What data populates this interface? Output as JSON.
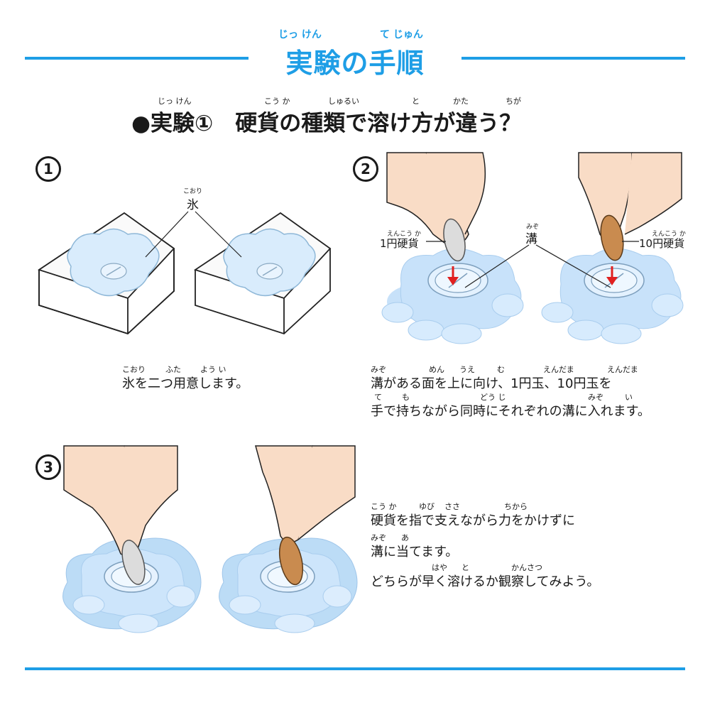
{
  "header": {
    "title": "実験の手順",
    "title_ruby_left": "じっ けん",
    "title_ruby_right": "て じゅん"
  },
  "subtitle": {
    "text": "●実験①　硬貨の種類で溶け方が違う？",
    "ruby": [
      "じっ けん",
      "こう か",
      "しゅるい",
      "と",
      "かた",
      "ちが"
    ]
  },
  "steps": [
    {
      "number": "1",
      "label": "氷",
      "label_ruby": "こおり",
      "text": "氷を二つ用意します。",
      "text_ruby": [
        "こおり",
        "ふた",
        "よう い"
      ]
    },
    {
      "number": "2",
      "label_left": "1円硬貨",
      "label_left_ruby": "えんこう か",
      "label_center": "溝",
      "label_center_ruby": "みぞ",
      "label_right": "10円硬貨",
      "label_right_ruby": "えんこう か",
      "lines": [
        "溝がある面を上に向け、1円玉、10円玉を",
        "手で持ちながら同時にそれぞれの溝に入れます。"
      ],
      "line1_ruby": [
        "みぞ",
        "めん",
        "うえ",
        "む",
        "えんだま",
        "えんだま"
      ],
      "line2_ruby": [
        "て",
        "も",
        "どう じ",
        "みぞ",
        "い"
      ]
    },
    {
      "number": "3",
      "lines": [
        "硬貨を指で支えながら力をかけずに",
        "溝に当てます。",
        "どちらが早く溶けるか観察してみよう。"
      ],
      "line1_ruby": [
        "こう か",
        "ゆび",
        "ささ",
        "ちから"
      ],
      "line2_ruby": [
        "みぞ",
        "あ"
      ],
      "line3_ruby": [
        "はや",
        "と",
        "かんさつ"
      ]
    }
  ],
  "colors": {
    "accent": "#1e9ee6",
    "ice": "#cfe6fb",
    "skin": "#f9dcc6",
    "copper": "#c98b4f",
    "aluminum": "#dcdcdc",
    "arrow": "#e02020"
  }
}
